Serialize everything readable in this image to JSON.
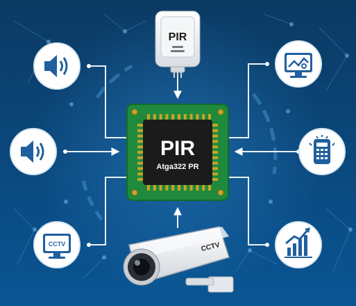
{
  "sensor": {
    "label": "PIR"
  },
  "chip": {
    "title": "PIR",
    "subtitle": "Atga322 PR"
  },
  "camera": {
    "label": "CCTV"
  },
  "nodes": [
    {
      "id": "speaker-top-left",
      "icon": "speaker-icon"
    },
    {
      "id": "speaker-mid-left",
      "icon": "speaker-icon"
    },
    {
      "id": "cctv-monitor",
      "icon": "cctv-monitor-icon",
      "label": "CCTV"
    },
    {
      "id": "monitor-top-right",
      "icon": "monitor-icon"
    },
    {
      "id": "control-panel",
      "icon": "control-panel-icon"
    },
    {
      "id": "growth-chart",
      "icon": "growth-chart-icon"
    }
  ],
  "colors": {
    "background_top": "#0b3a63",
    "background_bottom": "#0a4f8a",
    "pcb_green": "#1f8a3c",
    "chip_black": "#1b1b1b",
    "icon_blue": "#1f5f9e",
    "gold": "#c9a227"
  }
}
